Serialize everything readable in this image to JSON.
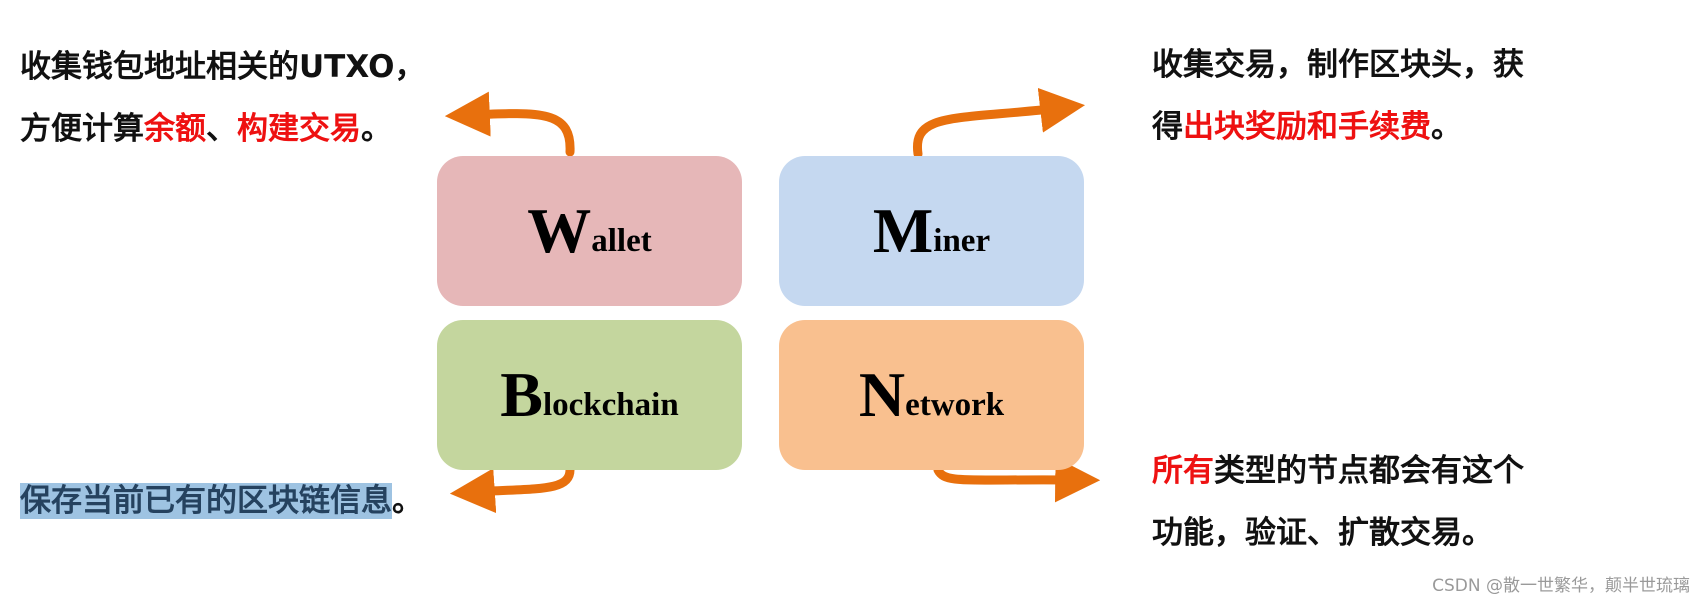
{
  "colors": {
    "wallet": "#e6b7b8",
    "miner": "#c5d8f0",
    "blockchain": "#c4d69e",
    "network": "#f9c08f",
    "arrow": "#e8700d",
    "emphasis": "#ee1111"
  },
  "boxes": {
    "wallet": {
      "initial": "W",
      "rest": "allet"
    },
    "miner": {
      "initial": "M",
      "rest": "iner"
    },
    "blockchain": {
      "initial": "B",
      "rest": "lockchain"
    },
    "network": {
      "initial": "N",
      "rest": "etwork"
    }
  },
  "annotations": {
    "wallet": {
      "line1": "收集钱包地址相关的UTXO，",
      "line2_prefix": "方便计算",
      "line2_red1": "余额",
      "line2_sep": "、",
      "line2_red2": "构建交易",
      "line2_end": "。"
    },
    "miner": {
      "line1": "收集交易，制作区块头，获",
      "line2_prefix": "得",
      "line2_red": "出块奖励和手续费",
      "line2_end": "。"
    },
    "blockchain": {
      "highlighted": "保存当前已有的区块链信息",
      "end": "。"
    },
    "network": {
      "line1_red": "所有",
      "line1_rest": "类型的节点都会有这个",
      "line2": "功能，验证、扩散交易。"
    }
  },
  "watermark": "CSDN @散一世繁华，颠半世琉璃"
}
